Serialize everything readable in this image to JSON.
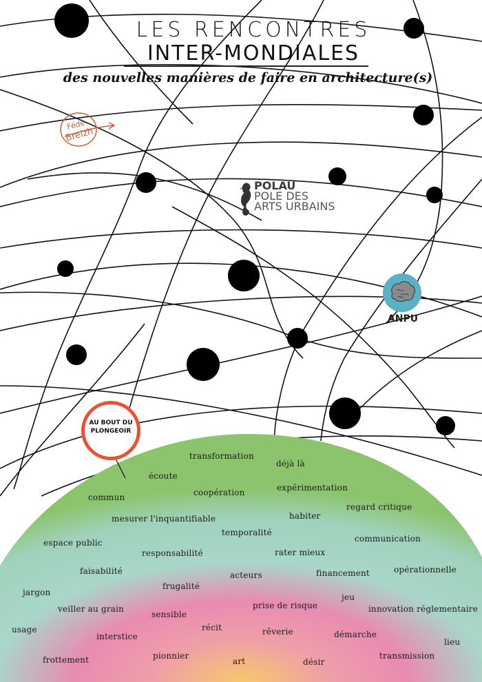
{
  "title": {
    "line1": "LES RENCONTRES",
    "line2": "INTER-MONDIALES",
    "subtitle": "des nouvelles manières de faire en architecture(s)"
  },
  "logos": {
    "fede": {
      "line1": "Fédé",
      "line2": "Breizh",
      "color": "#c8603c"
    },
    "polau": {
      "line1": "POLAU",
      "line2": "POLE DES",
      "line3": "ARTS URBAINS"
    },
    "anpu": {
      "label": "ANPU",
      "color": "#5bb0c4"
    },
    "plongeoir": {
      "line1": "AU BOUT DU",
      "line2": "PLONGEOIR",
      "color": "#e8542e"
    }
  },
  "dome": {
    "colors": {
      "outer": "#8cc46e",
      "middle": "#a9d6c9",
      "inner": "#e98bb2",
      "core": "#f6c96a"
    },
    "words": [
      "transformation",
      "déjà là",
      "écoute",
      "coopération",
      "expérimentation",
      "commun",
      "regard critique",
      "habiter",
      "mesurer l'inquantifiable",
      "temporalité",
      "communication",
      "espace public",
      "responsabilité",
      "rater mieux",
      "opérationnelle",
      "faisabilité",
      "financement",
      "acteurs",
      "frugalité",
      "jargon",
      "jeu",
      "prise de risque",
      "veiller au grain",
      "innovation réglementaire",
      "sensible",
      "récit",
      "usage",
      "interstice",
      "rêverie",
      "démarche",
      "lieu",
      "pionnier",
      "transmission",
      "frottement",
      "art",
      "désir"
    ]
  }
}
